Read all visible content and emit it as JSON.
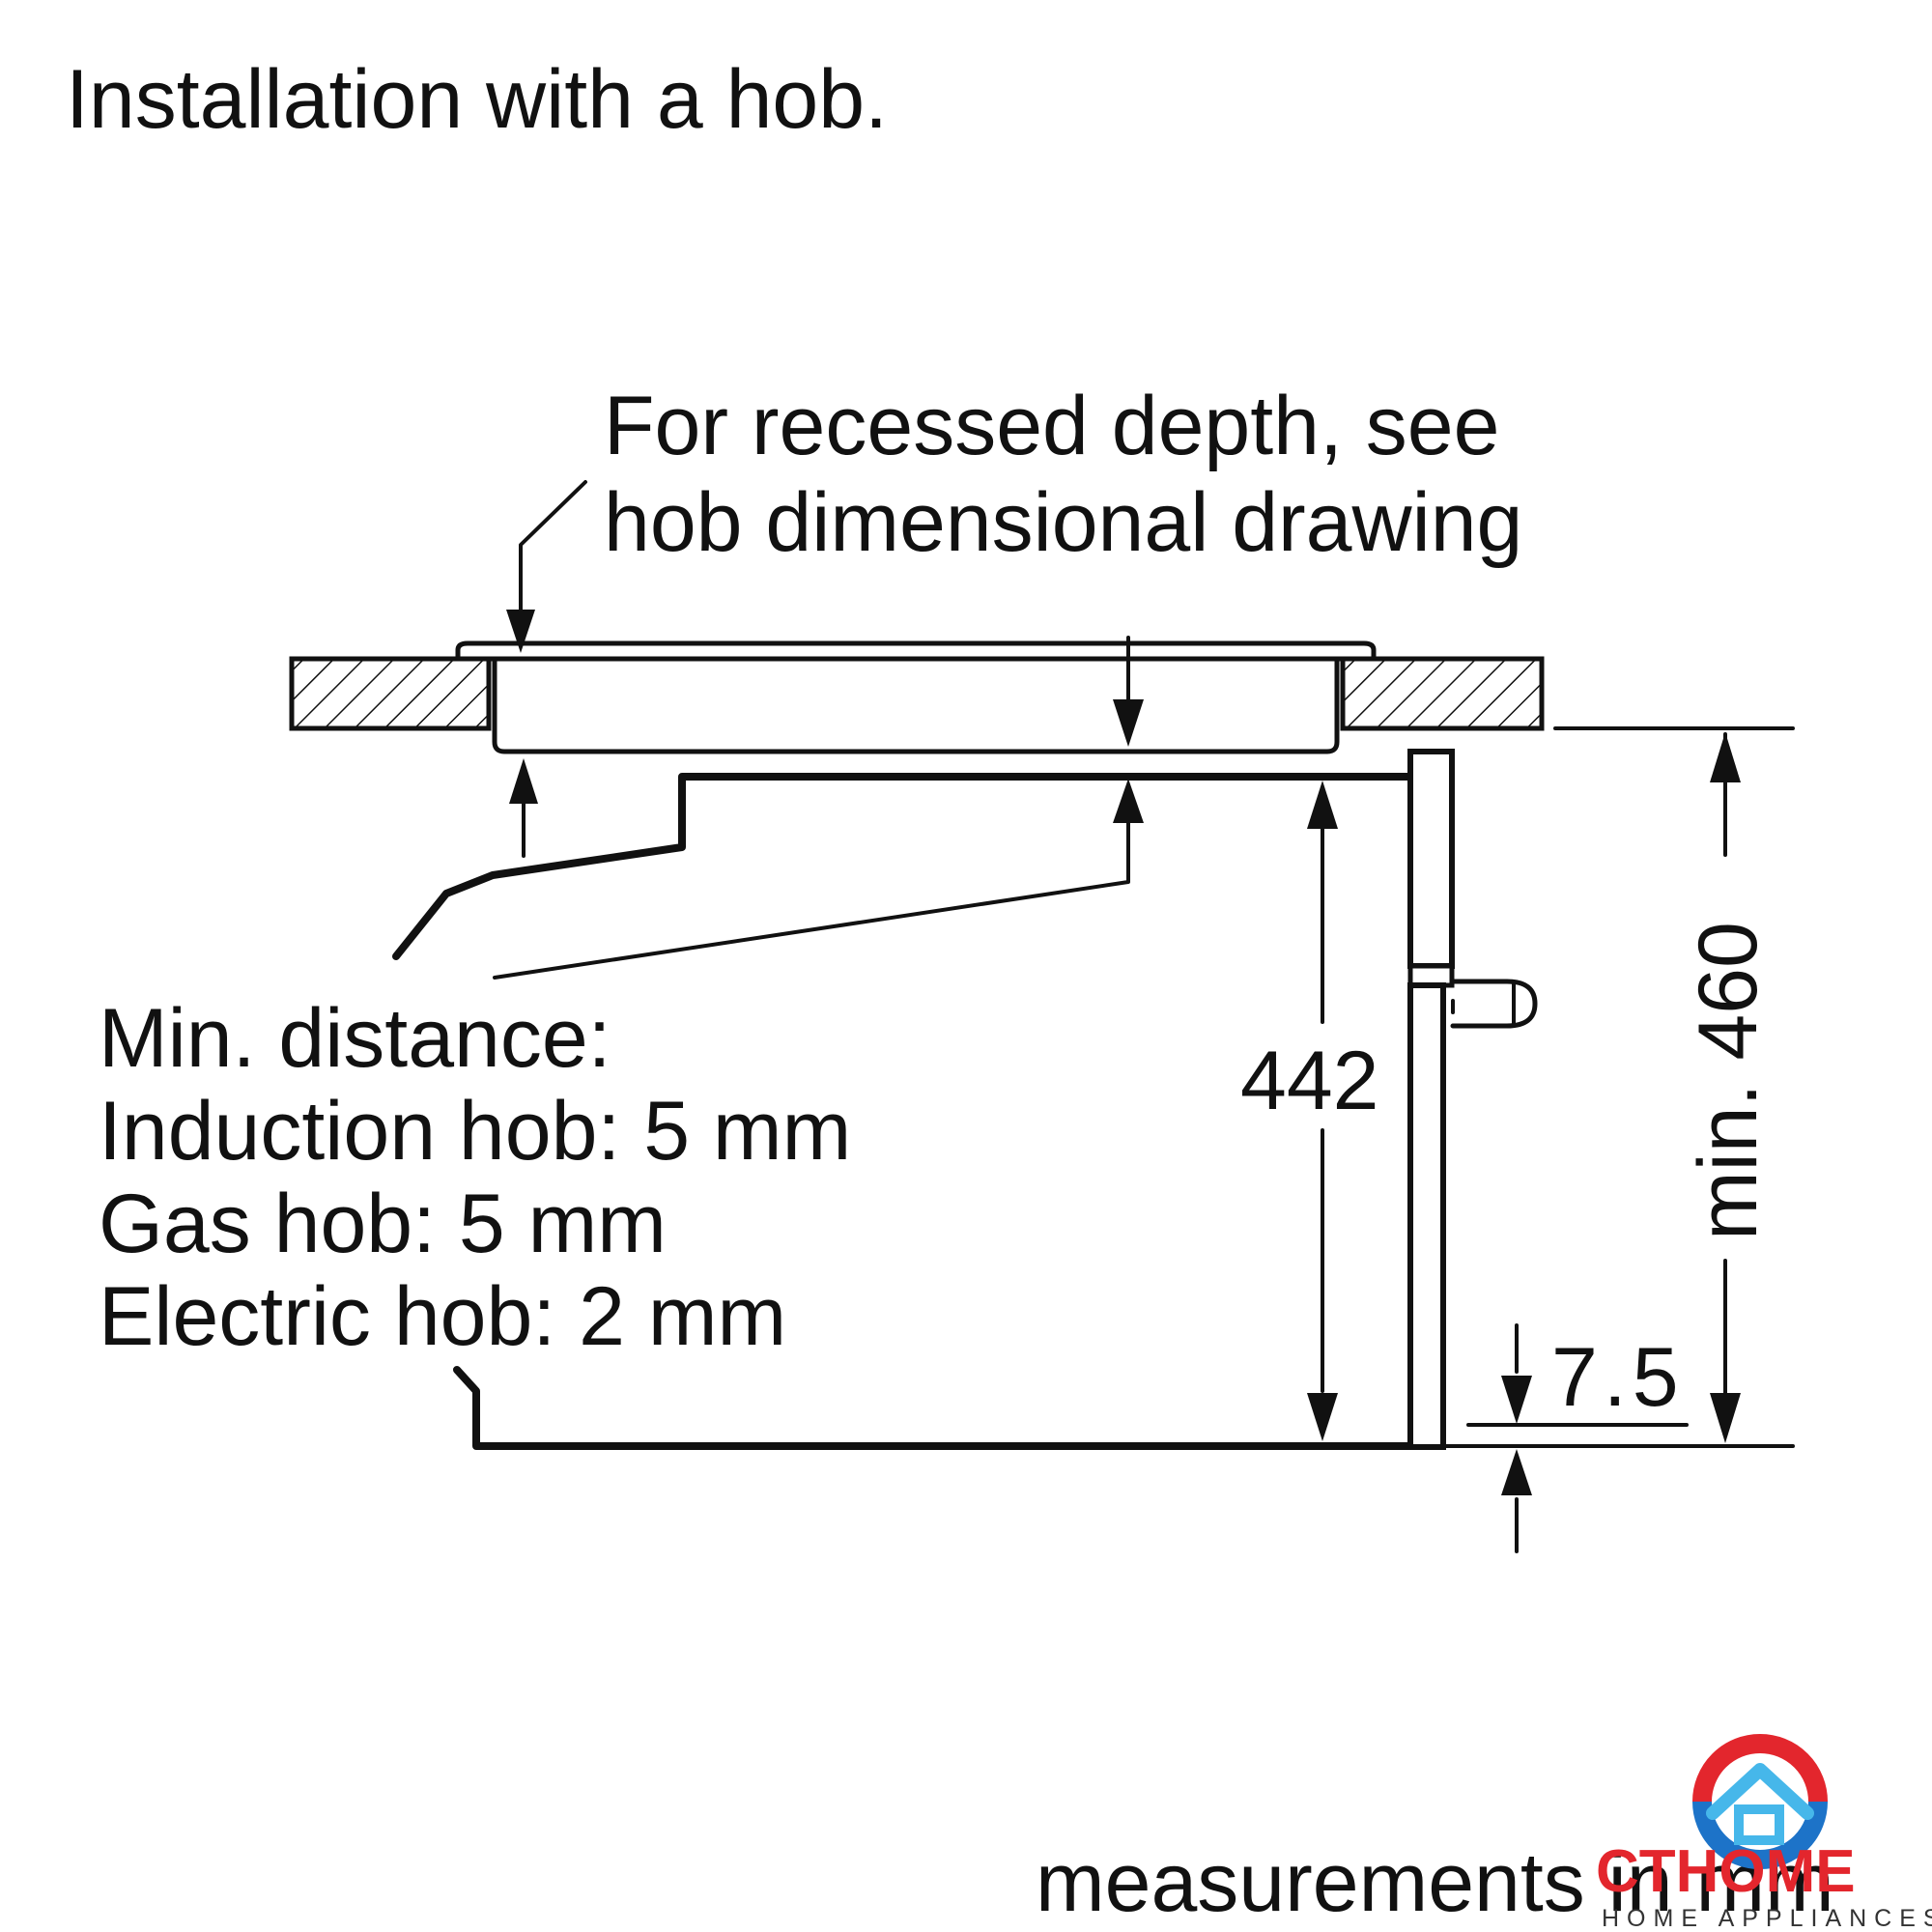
{
  "title": "Installation with a hob.",
  "callout": {
    "line1": "For recessed depth, see",
    "line2": "hob dimensional drawing"
  },
  "min_distance": {
    "heading": "Min. distance:",
    "induction": "Induction hob: 5 mm",
    "gas": "Gas hob: 5 mm",
    "electric": "Electric hob: 2 mm"
  },
  "dimensions": {
    "height": "442",
    "min_height": "min. 460",
    "offset": "7.5"
  },
  "footer": "measurements in mm",
  "logo": {
    "brand": "CTHOME",
    "tagline": "HOME APPLIANCES",
    "colors": {
      "red": "#e3262d",
      "blue": "#1d73c8",
      "light_blue": "#46b7ea"
    }
  }
}
